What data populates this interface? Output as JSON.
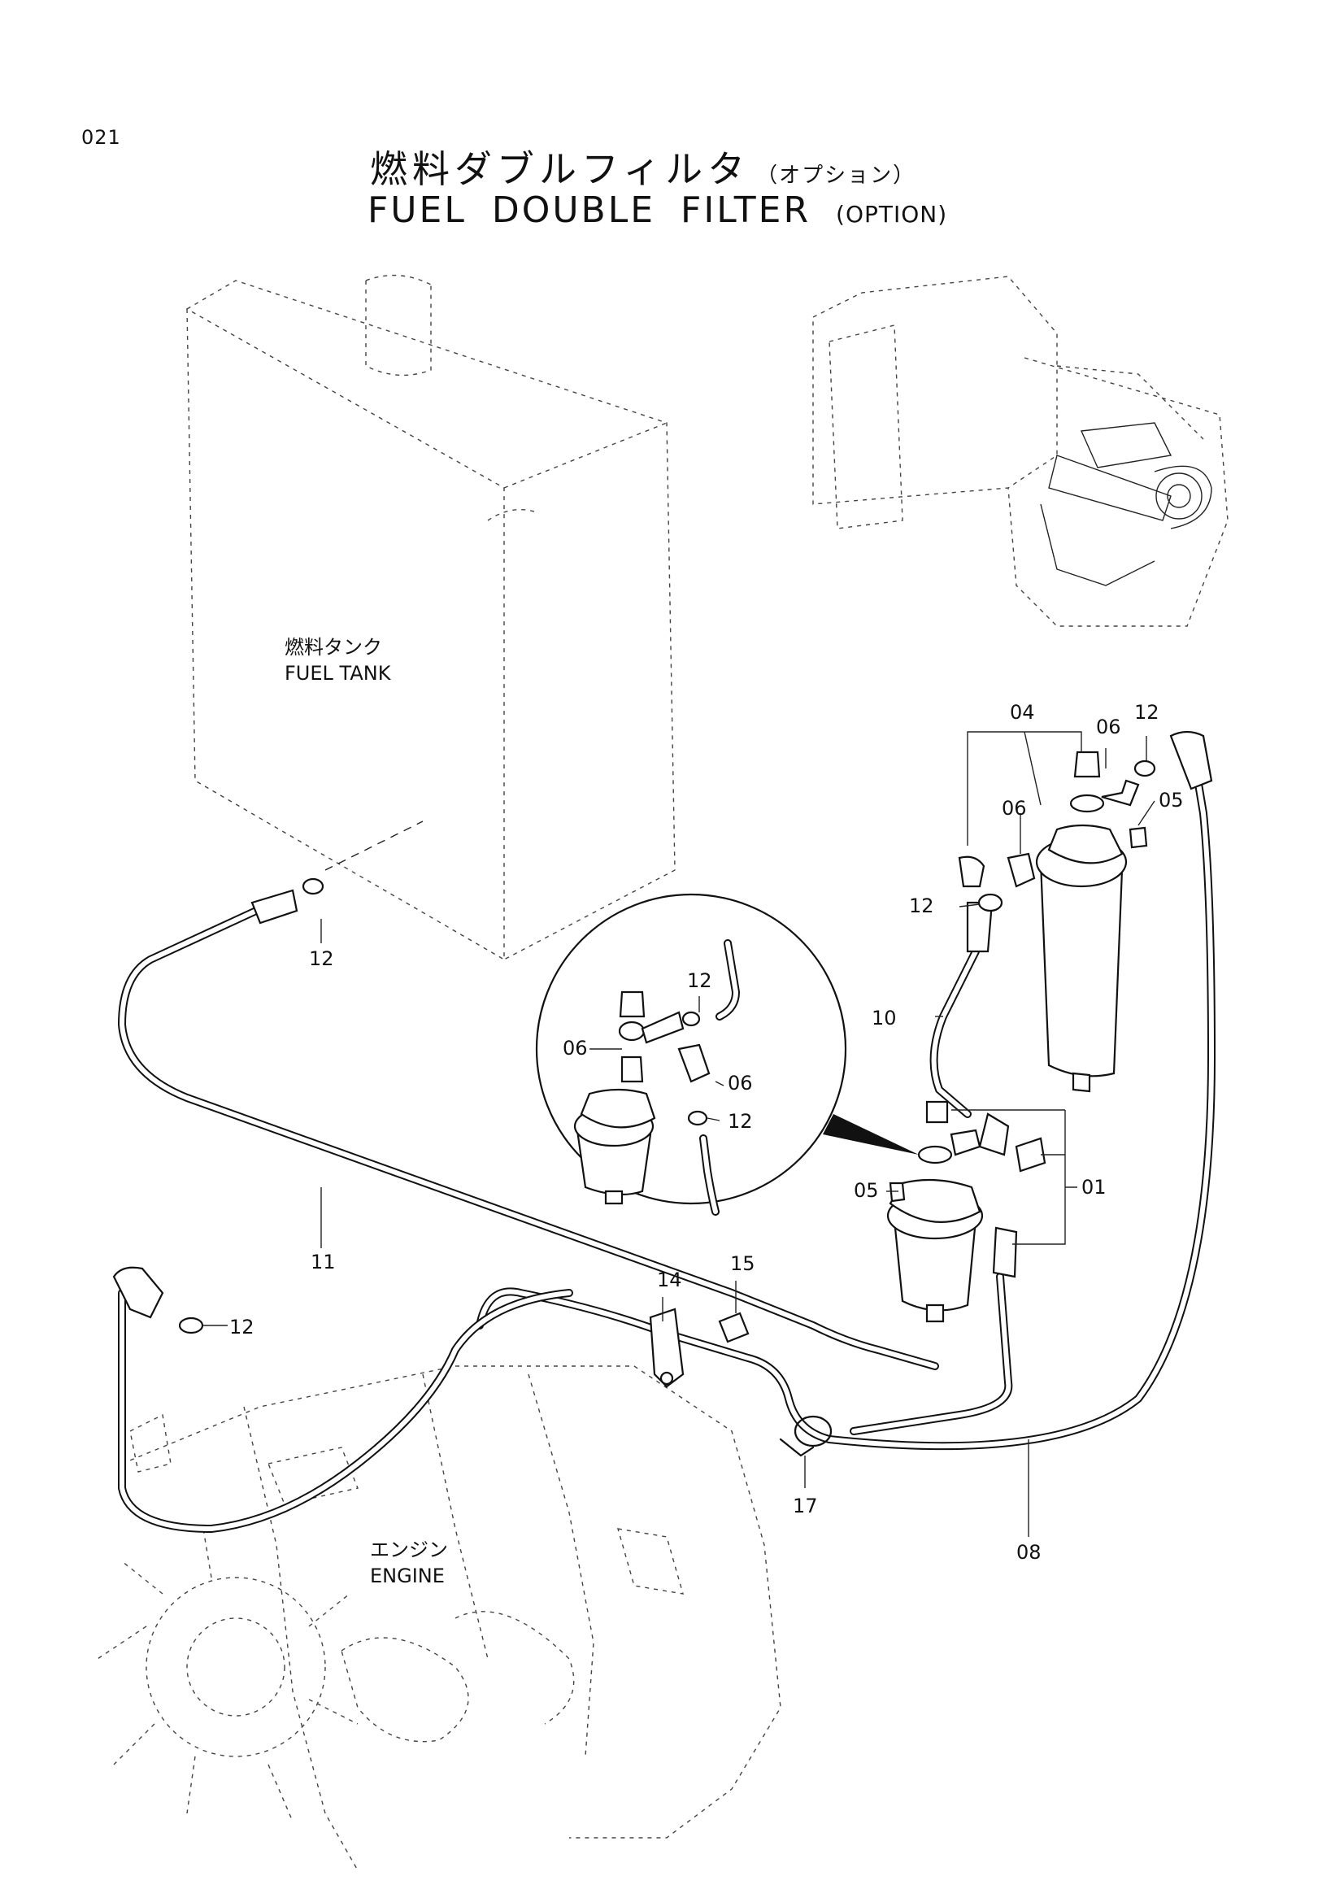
{
  "page_number": "021",
  "title": {
    "jp": "燃料ダブルフィルタ",
    "jp_sub": "（オプション）",
    "en": "FUEL DOUBLE FILTER",
    "en_sub": "(OPTION)"
  },
  "labels": {
    "fuel_tank_jp": "燃料タンク",
    "fuel_tank_en": "FUEL TANK",
    "engine_jp": "エンジン",
    "engine_en": "ENGINE"
  },
  "callouts": {
    "c04": "04",
    "c06a": "06",
    "c12a": "12",
    "c05a": "05",
    "c06b": "06",
    "c12b": "12",
    "c10": "10",
    "c12c": "12",
    "c12d": "12",
    "c06c": "06",
    "c06d": "06",
    "c12e": "12",
    "c05b": "05",
    "c01": "01",
    "c11": "11",
    "c14": "14",
    "c15": "15",
    "c12f": "12",
    "c17": "17",
    "c08": "08"
  }
}
